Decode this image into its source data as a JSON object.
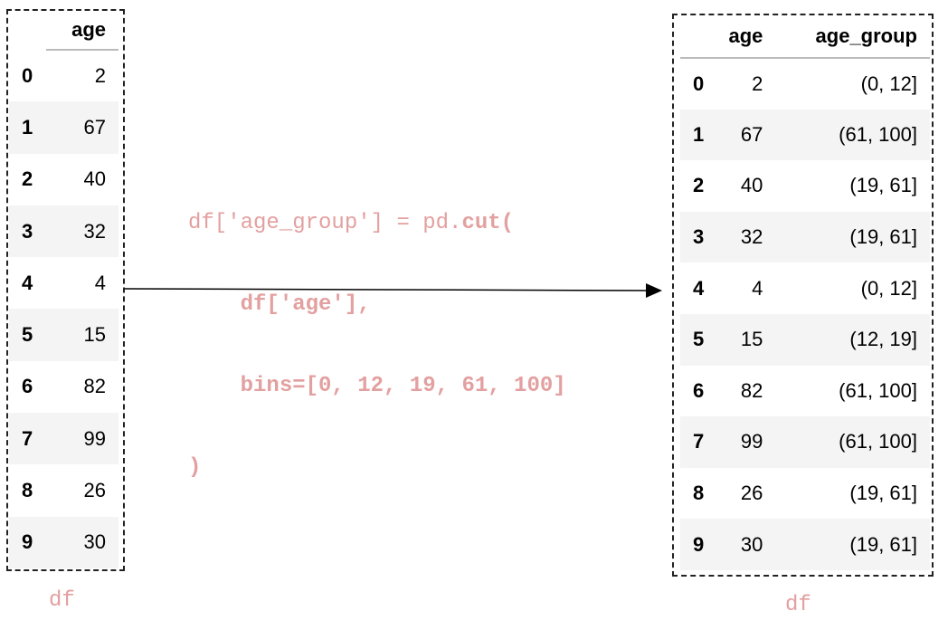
{
  "left_table": {
    "columns": [
      "",
      "age"
    ],
    "rows": [
      {
        "index": "0",
        "age": "2"
      },
      {
        "index": "1",
        "age": "67"
      },
      {
        "index": "2",
        "age": "40"
      },
      {
        "index": "3",
        "age": "32"
      },
      {
        "index": "4",
        "age": "4"
      },
      {
        "index": "5",
        "age": "15"
      },
      {
        "index": "6",
        "age": "82"
      },
      {
        "index": "7",
        "age": "99"
      },
      {
        "index": "8",
        "age": "26"
      },
      {
        "index": "9",
        "age": "30"
      }
    ],
    "label": "df"
  },
  "code": {
    "line1_plain": "df['age_group'] = pd.",
    "line1_bold": "cut(",
    "line2": "    df['age'],",
    "line3": "    bins=[0, 12, 19, 61, 100]",
    "line4": ")"
  },
  "right_table": {
    "columns": [
      "",
      "age",
      "age_group"
    ],
    "rows": [
      {
        "index": "0",
        "age": "2",
        "age_group": "(0, 12]"
      },
      {
        "index": "1",
        "age": "67",
        "age_group": "(61, 100]"
      },
      {
        "index": "2",
        "age": "40",
        "age_group": "(19, 61]"
      },
      {
        "index": "3",
        "age": "32",
        "age_group": "(19, 61]"
      },
      {
        "index": "4",
        "age": "4",
        "age_group": "(0, 12]"
      },
      {
        "index": "5",
        "age": "15",
        "age_group": "(12, 19]"
      },
      {
        "index": "6",
        "age": "82",
        "age_group": "(61, 100]"
      },
      {
        "index": "7",
        "age": "99",
        "age_group": "(61, 100]"
      },
      {
        "index": "8",
        "age": "26",
        "age_group": "(19, 61]"
      },
      {
        "index": "9",
        "age": "30",
        "age_group": "(19, 61]"
      }
    ],
    "label": "df"
  },
  "colors": {
    "code_pink": "#e3a0a0",
    "row_stripe": "#f4f4f4",
    "border": "#222222"
  }
}
